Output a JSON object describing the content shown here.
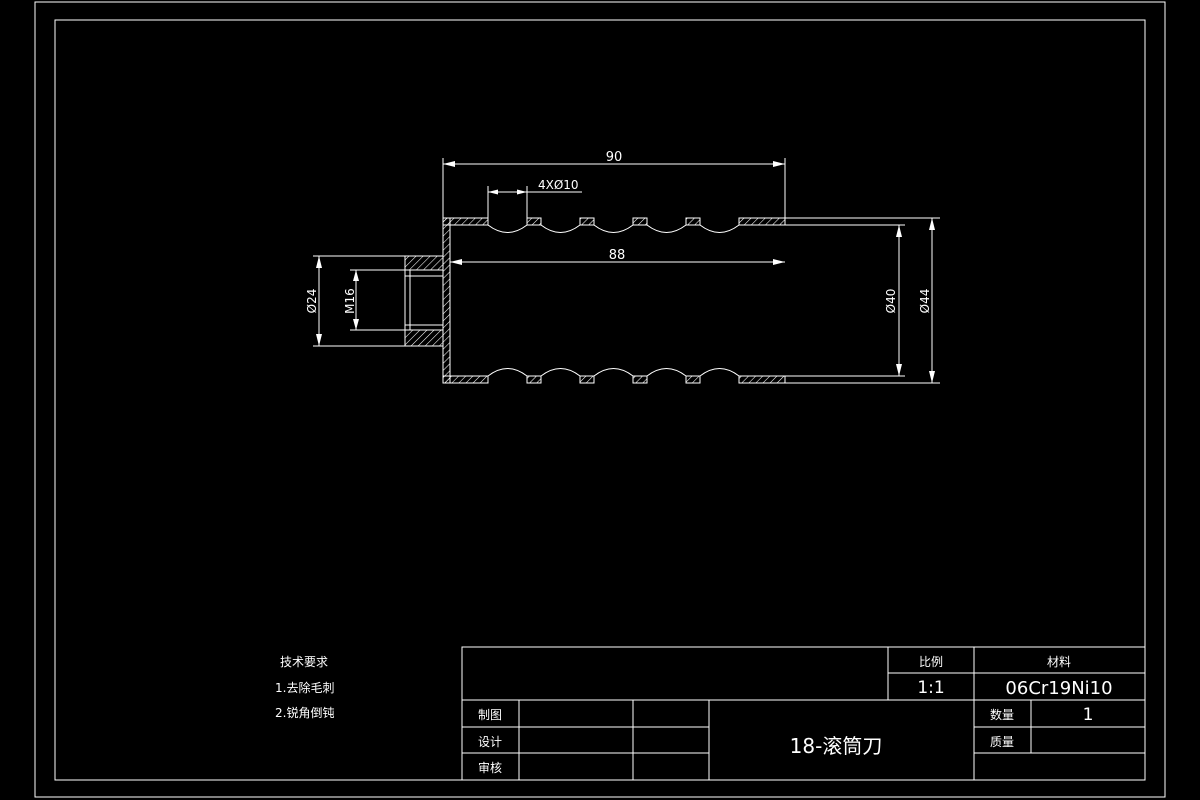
{
  "drawing": {
    "dimensions": {
      "overall_length": "90",
      "inner_length": "88",
      "hole_spec": "4XØ10",
      "boss_diameter": "Ø24",
      "thread": "M16",
      "inner_diameter": "Ø40",
      "outer_diameter": "Ø44"
    }
  },
  "notes": {
    "title": "技术要求",
    "items": [
      "1.去除毛刺",
      "2.锐角倒钝"
    ]
  },
  "title_block": {
    "scale_label": "比例",
    "scale_value": "1:1",
    "material_label": "材料",
    "material_value": "06Cr19Ni10",
    "drafter_label": "制图",
    "designer_label": "设计",
    "reviewer_label": "审核",
    "part_name": "18-滚筒刀",
    "quantity_label": "数量",
    "quantity_value": "1",
    "mass_label": "质量"
  }
}
